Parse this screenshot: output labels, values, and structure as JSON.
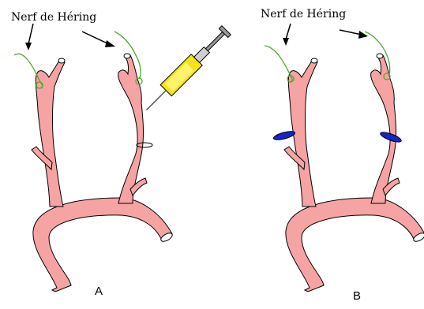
{
  "labels": {
    "nerve_left": "Nerf de Héring",
    "nerve_right": "Nerf de Héring",
    "panel_a": "A",
    "panel_b": "B"
  },
  "colors": {
    "artery": "#f6a3a3",
    "outline": "#000000",
    "nerve": "#4fa82e",
    "syringe": "#f5e21a",
    "clamp": "#1526c8"
  },
  "panels": [
    {
      "letter": "A",
      "intervention": "ligature and injection (syringe)"
    },
    {
      "letter": "B",
      "intervention": "clamps on carotid arteries"
    }
  ]
}
